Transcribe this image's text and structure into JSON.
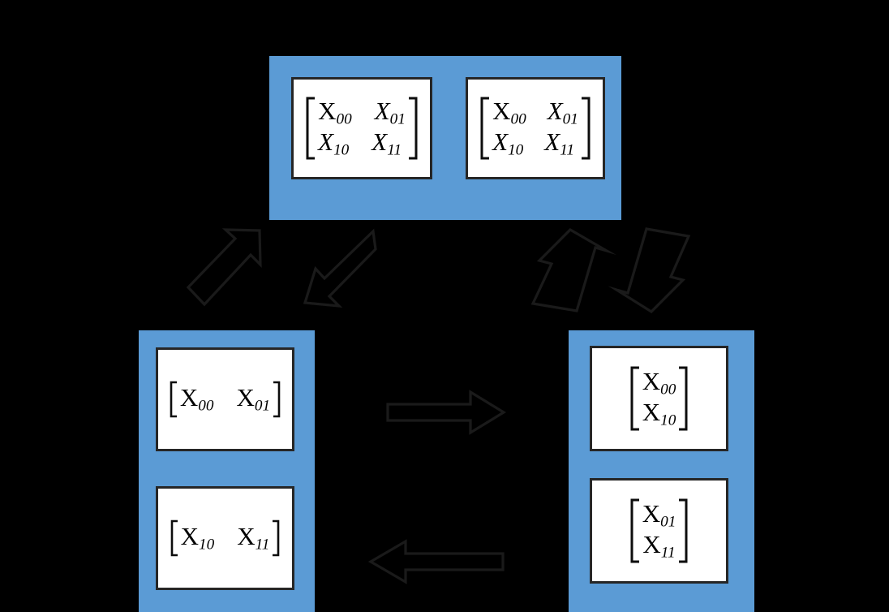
{
  "diagram": {
    "title": "Matrix partitioning / distribution diagram",
    "background_color": "#000000",
    "group_color": "#5B9BD5",
    "card_background": "#FFFFFF",
    "card_border_color": "#262626",
    "arrow_color": "#1A1A1A"
  },
  "groups": [
    {
      "id": "top",
      "name": "full-matrix-group",
      "cards": [
        {
          "id": "top-a",
          "layout": "matrix-2x2",
          "rows": [
            [
              "X",
              "00",
              "X",
              "01"
            ],
            [
              "X",
              "10",
              "X",
              "11"
            ]
          ],
          "cells": {
            "r0c0_base": "X",
            "r0c0_sub": "00",
            "r0c1_base": "X",
            "r0c1_sub": "01",
            "r1c0_base": "X",
            "r1c0_sub": "10",
            "r1c1_base": "X",
            "r1c1_sub": "11"
          }
        },
        {
          "id": "top-b",
          "layout": "matrix-2x2",
          "cells": {
            "r0c0_base": "X",
            "r0c0_sub": "00",
            "r0c1_base": "X",
            "r0c1_sub": "01",
            "r1c0_base": "X",
            "r1c0_sub": "10",
            "r1c1_base": "X",
            "r1c1_sub": "11"
          }
        }
      ]
    },
    {
      "id": "left",
      "name": "row-partition-group",
      "cards": [
        {
          "id": "left-a",
          "layout": "row-vector",
          "cells": {
            "c0_base": "X",
            "c0_sub": "00",
            "c1_base": "X",
            "c1_sub": "01"
          }
        },
        {
          "id": "left-b",
          "layout": "row-vector",
          "cells": {
            "c0_base": "X",
            "c0_sub": "10",
            "c1_base": "X",
            "c1_sub": "11"
          }
        }
      ]
    },
    {
      "id": "right",
      "name": "column-partition-group",
      "cards": [
        {
          "id": "right-a",
          "layout": "column-vector",
          "cells": {
            "r0_base": "X",
            "r0_sub": "00",
            "r1_base": "X",
            "r1_sub": "10"
          }
        },
        {
          "id": "right-b",
          "layout": "column-vector",
          "cells": {
            "r0_base": "X",
            "r0_sub": "01",
            "r1_base": "X",
            "r1_sub": "11"
          }
        }
      ]
    }
  ],
  "arrows": [
    {
      "id": "up-right",
      "direction": "up-right",
      "from": "row-partition-group",
      "to": "full-matrix-group"
    },
    {
      "id": "down-left",
      "direction": "down-left",
      "from": "full-matrix-group",
      "to": "row-partition-group"
    },
    {
      "id": "up-right-2",
      "direction": "up",
      "from": "column-partition-group",
      "to": "full-matrix-group"
    },
    {
      "id": "down-right",
      "direction": "down",
      "from": "full-matrix-group",
      "to": "column-partition-group"
    },
    {
      "id": "right",
      "direction": "right",
      "from": "row-partition-group",
      "to": "column-partition-group"
    },
    {
      "id": "left",
      "direction": "left",
      "from": "column-partition-group",
      "to": "row-partition-group"
    }
  ]
}
